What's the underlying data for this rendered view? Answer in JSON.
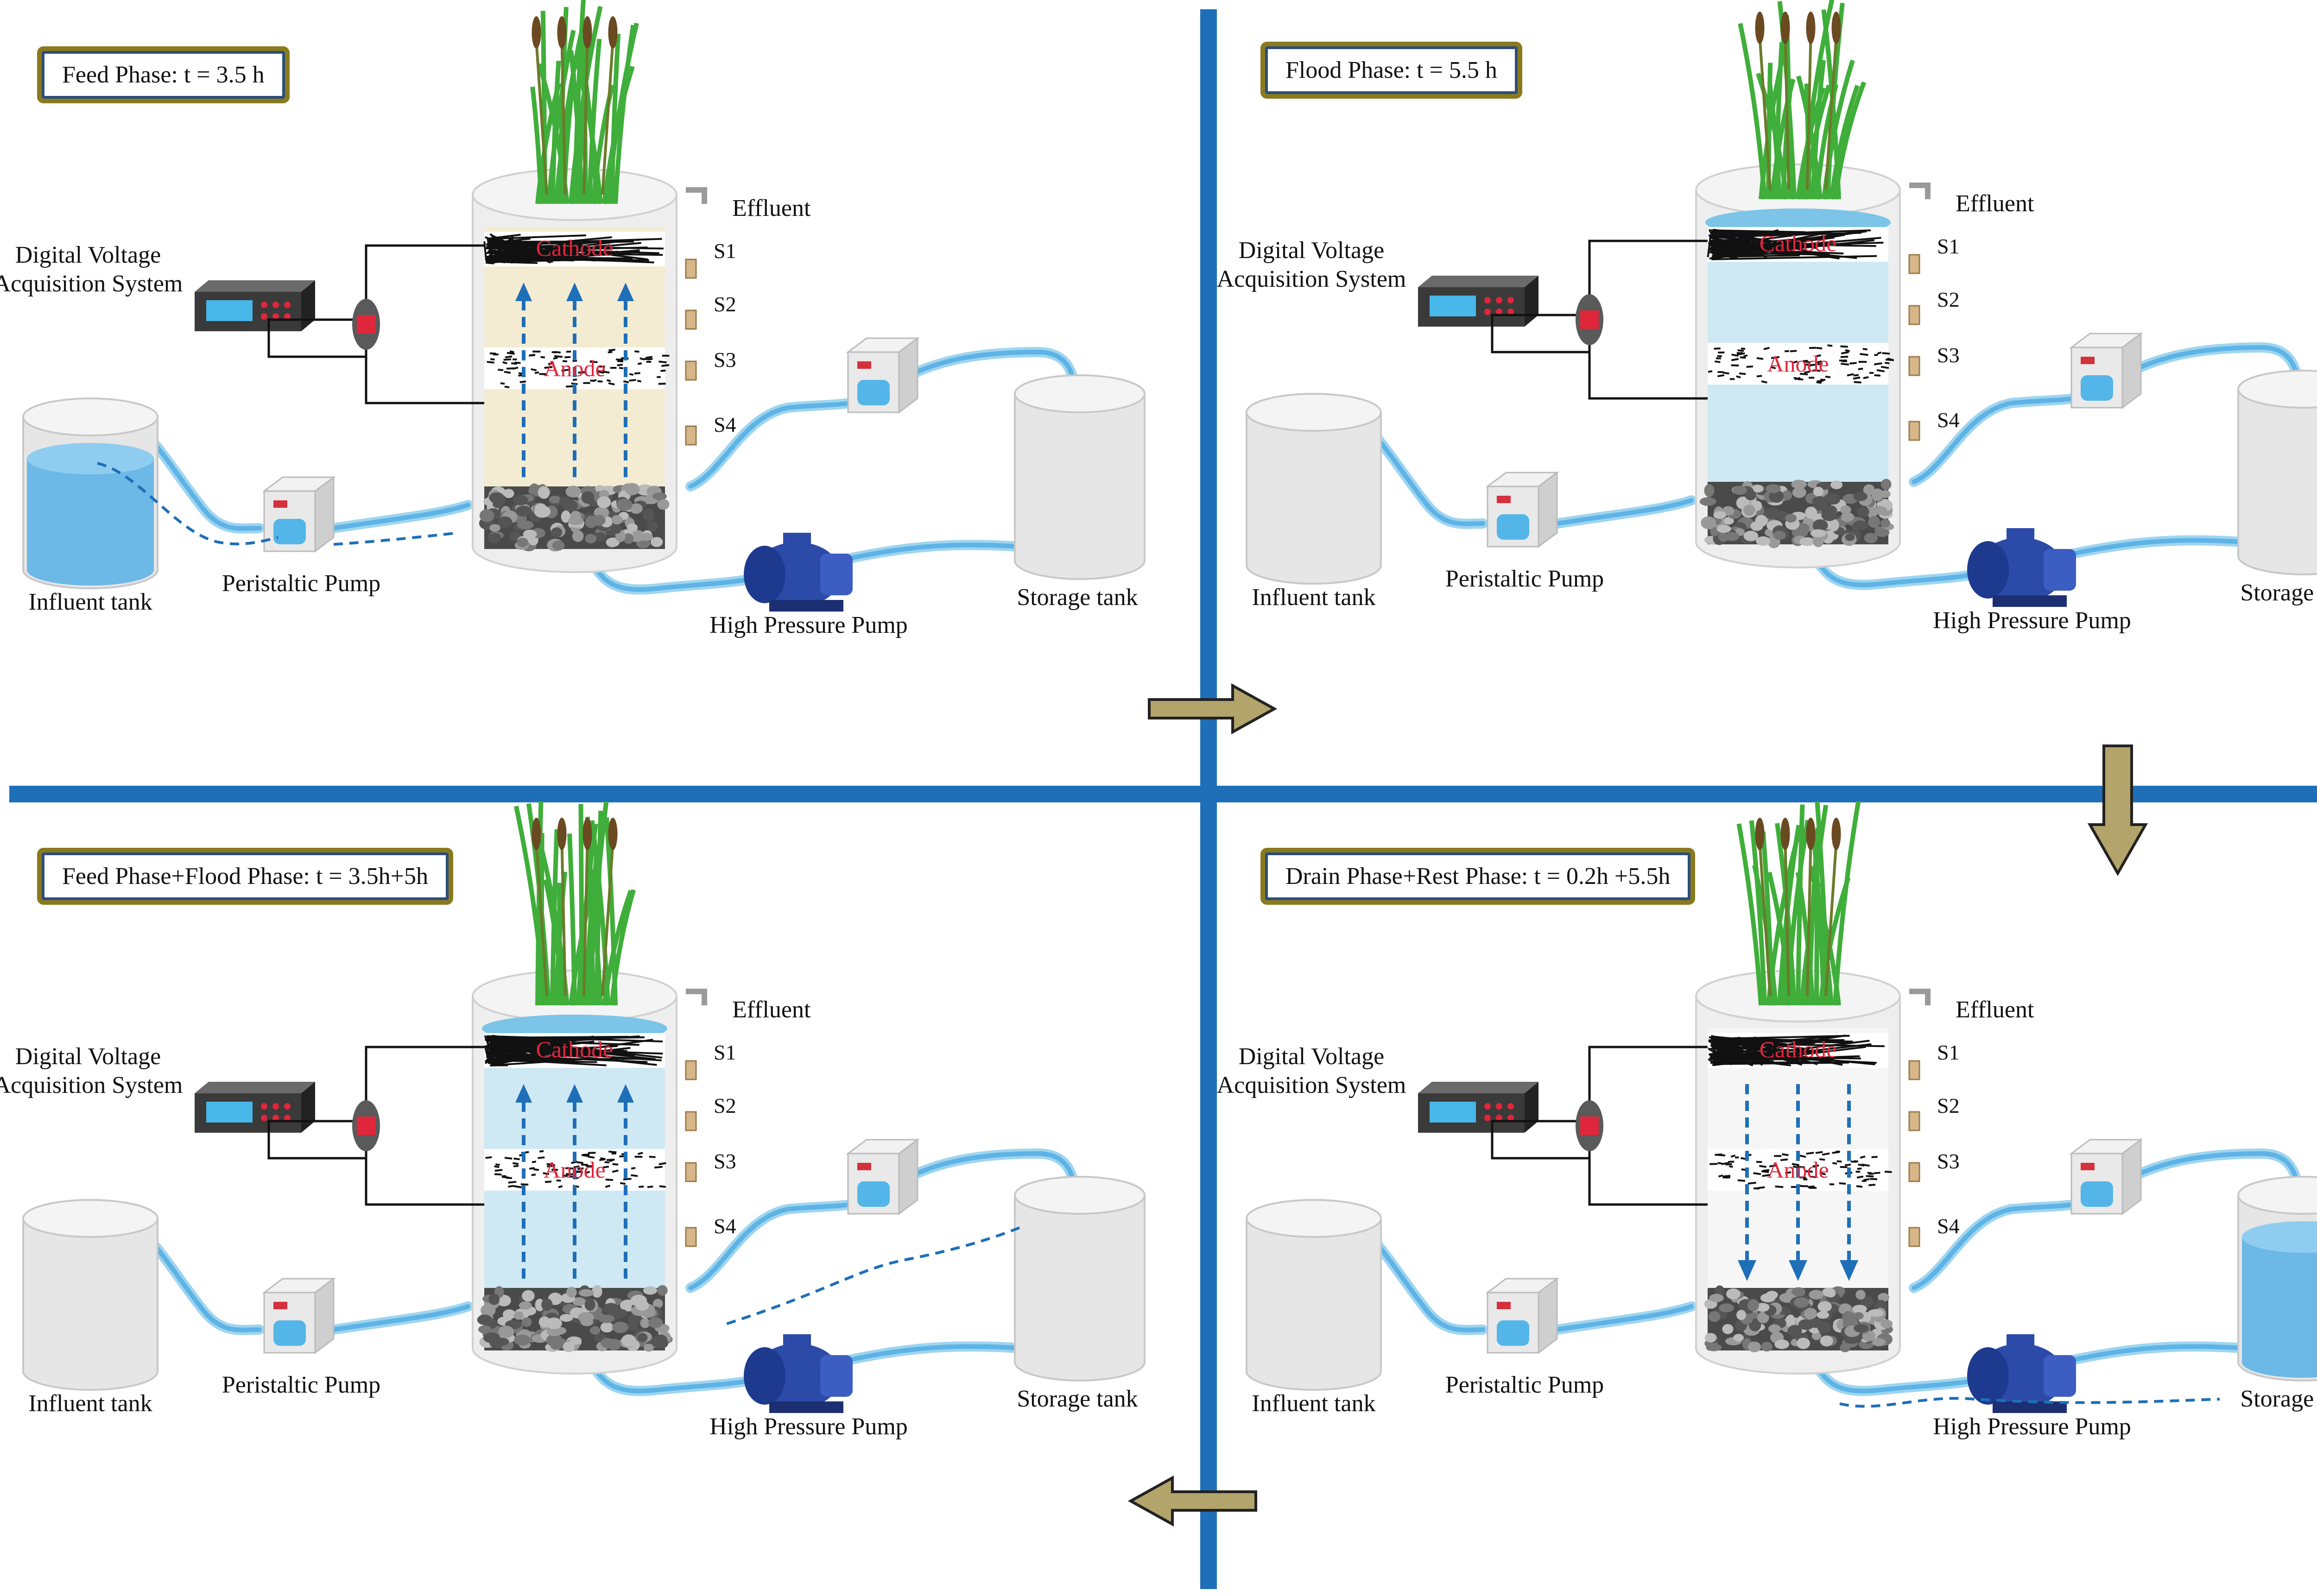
{
  "colors": {
    "divider": "#1e6fb8",
    "water": "#5eb3e6",
    "water_light": "#cfe9f4",
    "sand": "#f3ecd2",
    "gravel": "#4a4a4a",
    "plant": "#3fae3a",
    "label_red": "#e0263b",
    "flow_arrow": "#1e6fb8",
    "tank_grey": "#e6e6e6",
    "phase_arrow": "#b2a46a",
    "title_border_gold": "#8a7a1e"
  },
  "common": {
    "digital_voltage": "Digital Voltage Acquisition System",
    "influent_tank": "Influent tank",
    "peristaltic_pump": "Peristaltic Pump",
    "high_pressure_pump": "High Pressure Pump",
    "storage_tank": "Storage tank",
    "effluent": "Effluent",
    "cathode": "Cathode",
    "anode": "Anode",
    "s1": "S1",
    "s2": "S2",
    "s3": "S3",
    "s4": "S4"
  },
  "panels": [
    {
      "id": "feed",
      "title": "Feed Phase: t = 3.5 h",
      "influent_full": true,
      "storage_full": false,
      "reactor_water": "none",
      "flow": "up",
      "show_effluent": true
    },
    {
      "id": "flood",
      "title": "Flood Phase: t = 5.5 h",
      "influent_full": false,
      "storage_full": false,
      "reactor_water": "full",
      "flow": "none",
      "show_effluent": true
    },
    {
      "id": "feed-flood",
      "title": "Feed Phase+Flood Phase: t = 3.5h+5h",
      "influent_full": false,
      "storage_full": false,
      "reactor_water": "full",
      "flow": "up",
      "show_effluent": true
    },
    {
      "id": "drain-rest",
      "title": "Drain Phase+Rest Phase: t = 0.2h +5.5h",
      "influent_full": false,
      "storage_full": true,
      "reactor_water": "none",
      "flow": "down",
      "show_effluent": true
    }
  ],
  "phase_cycle": [
    "right",
    "down",
    "left"
  ]
}
